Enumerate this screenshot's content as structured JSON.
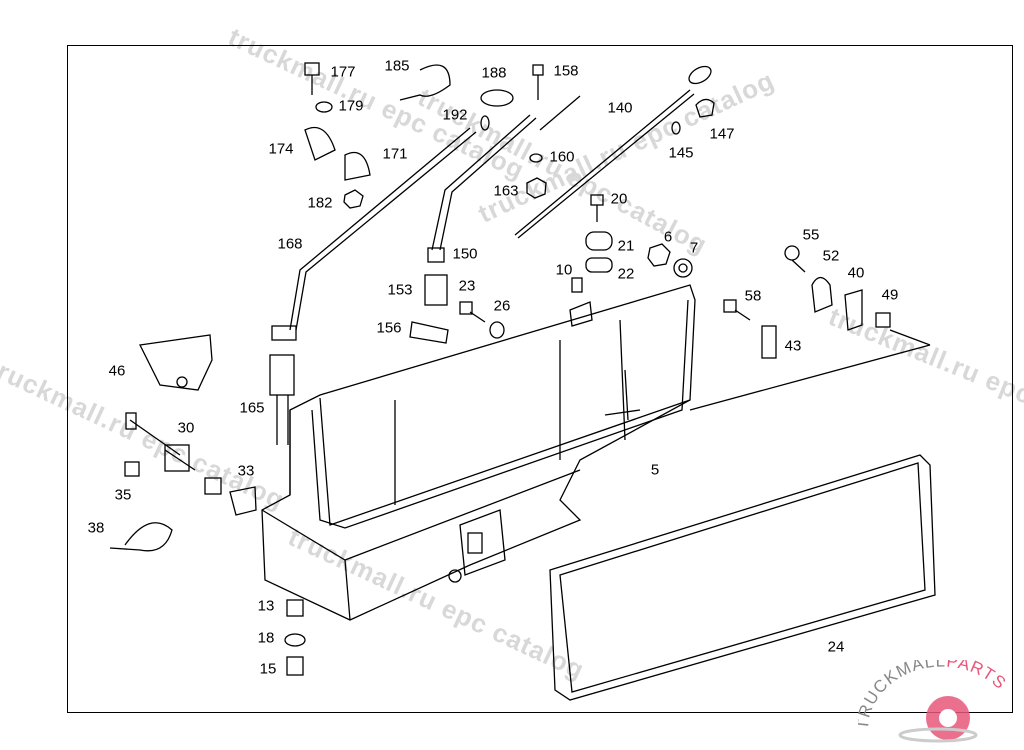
{
  "watermark": "truckmall.ru epc catalog",
  "logo": {
    "text_dark": "TRUCKMALL",
    "text_accent": "PARTS",
    "accent_color": "#e8577a",
    "dark_color": "#888888"
  },
  "part_labels": {
    "p177": "177",
    "p185": "185",
    "p188": "188",
    "p158": "158",
    "p179": "179",
    "p192": "192",
    "p140": "140",
    "p147": "147",
    "p174": "174",
    "p171": "171",
    "p160": "160",
    "p145": "145",
    "p182": "182",
    "p163": "163",
    "p20": "20",
    "p168": "168",
    "p150": "150",
    "p21": "21",
    "p6": "6",
    "p7": "7",
    "p55": "55",
    "p52": "52",
    "p10": "10",
    "p22": "22",
    "p40": "40",
    "p23": "23",
    "p153": "153",
    "p58": "58",
    "p49": "49",
    "p26": "26",
    "p156": "156",
    "p43": "43",
    "p46": "46",
    "p165": "165",
    "p30": "30",
    "p5": "5",
    "p33": "33",
    "p35": "35",
    "p38": "38",
    "p24": "24",
    "p13": "13",
    "p18": "18",
    "p15": "15"
  }
}
